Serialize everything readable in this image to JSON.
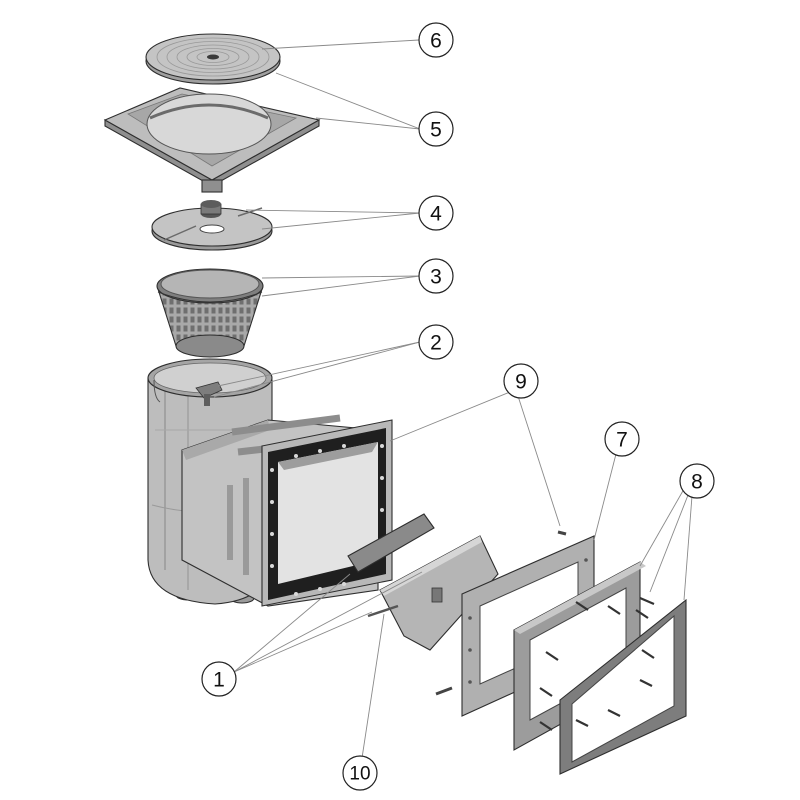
{
  "diagram": {
    "colors": {
      "part_fill": "#b9b9b9",
      "part_light": "#d4d4d4",
      "part_dark": "#8e8e8e",
      "gasket": "#2a2a2a",
      "outline": "#2e2e2e",
      "leader": "#8a8a8a"
    },
    "callouts": [
      {
        "id": "c1",
        "label": "1"
      },
      {
        "id": "c2",
        "label": "2"
      },
      {
        "id": "c3",
        "label": "3"
      },
      {
        "id": "c4",
        "label": "4"
      },
      {
        "id": "c5",
        "label": "5"
      },
      {
        "id": "c6",
        "label": "6"
      },
      {
        "id": "c7",
        "label": "7"
      },
      {
        "id": "c8",
        "label": "8"
      },
      {
        "id": "c9",
        "label": "9"
      },
      {
        "id": "c10",
        "label": "10"
      }
    ]
  }
}
